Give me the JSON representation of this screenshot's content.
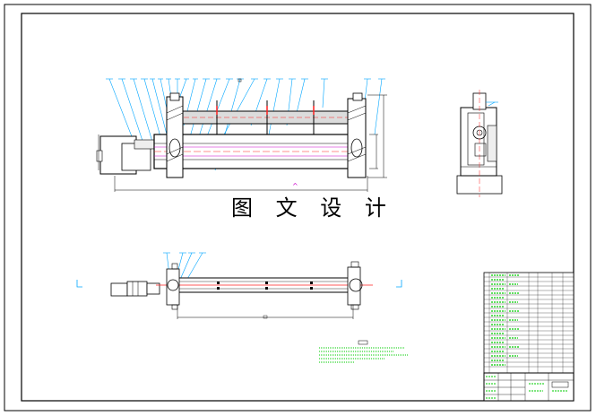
{
  "watermark": {
    "text": "图 文 设 计"
  },
  "palette": {
    "outline": "#000000",
    "callout": "#00a6ff",
    "axis": "#ff2020",
    "fill_shaft": "#dcdcdc",
    "table_text": "#00cc00",
    "magenta": "#cc00cc"
  },
  "views": {
    "front_elevation": {
      "callout_count": 22
    },
    "side_elevation": {
      "callout_count": 1
    },
    "plan_view": {
      "callout_count": 6
    },
    "bill_of_materials": {
      "row_count": 22
    }
  }
}
